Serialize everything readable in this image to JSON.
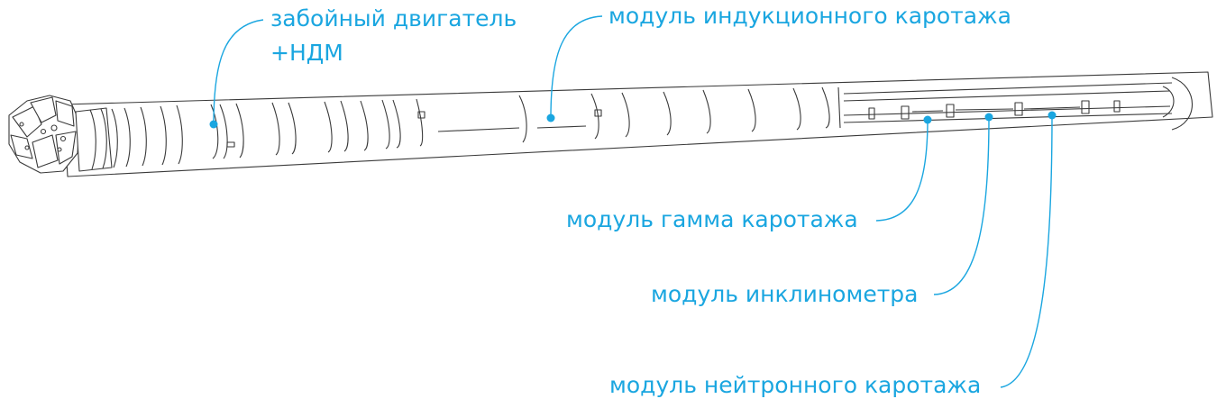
{
  "labels": {
    "motor": [
      "забойный двигатель",
      "+НДМ"
    ],
    "induction": "модуль индукционного каротажа",
    "gamma": "модуль гамма каротажа",
    "inclinometer": "модуль инклинометра",
    "neutron": "модуль нейтронного каротажа"
  },
  "colors": {
    "accent": "#1aa6e0",
    "line": "#3a3a3a",
    "background": "#ffffff"
  }
}
